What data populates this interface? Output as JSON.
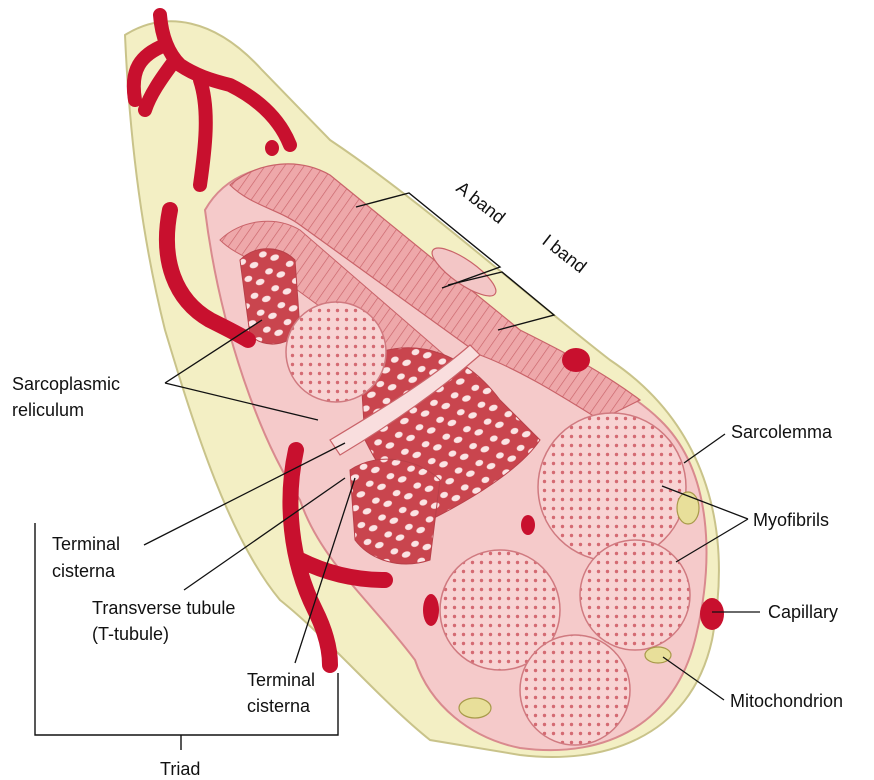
{
  "labels": {
    "a_band": "A band",
    "i_band": "I band",
    "sarcoplasmic_line1": "Sarcoplasmic",
    "sarcoplasmic_line2": "reliculum",
    "sarcolemma": "Sarcolemma",
    "myofibrils": "Myofibrils",
    "terminal_cisterna_1_line1": "Terminal",
    "terminal_cisterna_1_line2": "cisterna",
    "transverse_line1": "Transverse tubule",
    "transverse_line2": "(T-tubule)",
    "capillary": "Capillary",
    "terminal_cisterna_2_line1": "Terminal",
    "terminal_cisterna_2_line2": "cisterna",
    "mitochondrion": "Mitochondrion",
    "triad": "Triad"
  },
  "colors": {
    "fiber_cream": "#f3efc4",
    "fiber_outline": "#c9c38a",
    "muscle_pink": "#f1b9b9",
    "muscle_light": "#f8d6d6",
    "muscle_dark": "#c8555b",
    "dots": "#d46a72",
    "capillary_red": "#c8102e",
    "mito_yellow": "#e8df9a"
  }
}
